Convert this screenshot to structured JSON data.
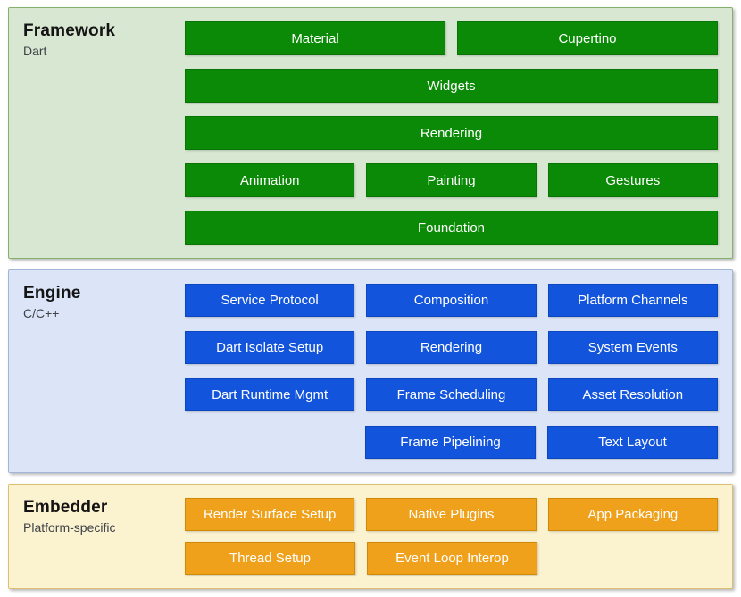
{
  "colors": {
    "box_text": "#ffffff",
    "page_background": "#ffffff"
  },
  "sections": [
    {
      "title": "Framework",
      "subtitle": "Dart",
      "colors": {
        "panel_bg": "#d7e7d1",
        "panel_border": "#85b16d",
        "box_bg": "#0a8a06",
        "box_border": "#097507"
      },
      "rows": [
        [
          "Material",
          "Cupertino"
        ],
        [
          "Widgets"
        ],
        [
          "Rendering"
        ],
        [
          "Animation",
          "Painting",
          "Gestures"
        ],
        [
          "Foundation"
        ]
      ]
    },
    {
      "title": "Engine",
      "subtitle": "C/C++",
      "colors": {
        "panel_bg": "#dbe5f7",
        "panel_border": "#a2b6d9",
        "box_bg": "#1254dc",
        "box_border": "#0d47c0"
      },
      "rows": [
        [
          "Service Protocol",
          "Composition",
          "Platform Channels"
        ],
        [
          "Dart Isolate Setup",
          "Rendering",
          "System Events"
        ],
        [
          "Dart Runtime Mgmt",
          "Frame Scheduling",
          "Asset Resolution"
        ],
        [
          null,
          "Frame Pipelining",
          "Text Layout"
        ]
      ]
    },
    {
      "title": "Embedder",
      "subtitle": "Platform-specific",
      "colors": {
        "panel_bg": "#fbf2cf",
        "panel_border": "#debf72",
        "box_bg": "#f0a11c",
        "box_border": "#cf8a08"
      },
      "rows": [
        [
          "Render Surface Setup",
          "Native Plugins",
          "App Packaging"
        ],
        [
          "Thread Setup",
          "Event Loop Interop",
          null
        ]
      ]
    }
  ]
}
